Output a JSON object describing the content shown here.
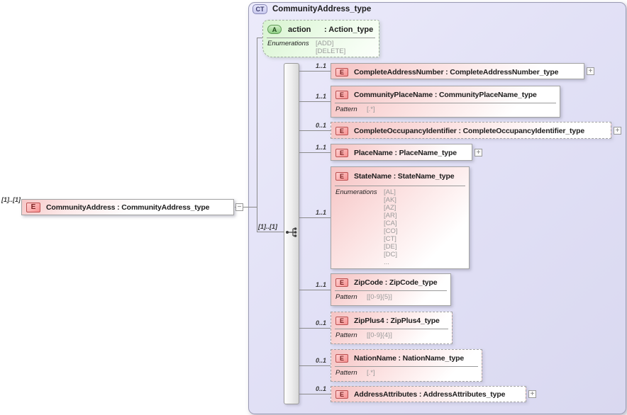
{
  "diagram": {
    "root": {
      "cardinality_label": "[1]..[1]",
      "badge": "E",
      "label": "CommunityAddress : CommunityAddress_type",
      "collapse_label": "−"
    },
    "ct": {
      "badge": "CT",
      "title": "CommunityAddress_type",
      "attribute": {
        "badge": "A",
        "name": "action",
        "type": ": Action_type",
        "facet_label": "Enumerations",
        "facet_values": [
          "[ADD]",
          "[DELETE]"
        ]
      },
      "model_cardinality": "[1]..[1]",
      "children": [
        {
          "cardinality": "1..1",
          "badge": "E",
          "label": "CompleteAddressNumber : CompleteAddressNumber_type",
          "optional": false,
          "expand": "+"
        },
        {
          "cardinality": "1..1",
          "badge": "E",
          "label": "CommunityPlaceName : CommunityPlaceName_type",
          "optional": false,
          "facet": {
            "label": "Pattern",
            "values": [
              "[.*]"
            ]
          }
        },
        {
          "cardinality": "0..1",
          "badge": "E",
          "label": "CompleteOccupancyIdentifier : CompleteOccupancyIdentifier_type",
          "optional": true,
          "expand": "+"
        },
        {
          "cardinality": "1..1",
          "badge": "E",
          "label": "PlaceName : PlaceName_type",
          "optional": false,
          "expand": "+"
        },
        {
          "cardinality": "1..1",
          "badge": "E",
          "label": "StateName : StateName_type",
          "optional": false,
          "facet": {
            "label": "Enumerations",
            "values": [
              "[AL]",
              "[AK]",
              "[AZ]",
              "[AR]",
              "[CA]",
              "[CO]",
              "[CT]",
              "[DE]",
              "[DC]",
              "..."
            ]
          }
        },
        {
          "cardinality": "1..1",
          "badge": "E",
          "label": "ZipCode : ZipCode_type",
          "optional": false,
          "facet": {
            "label": "Pattern",
            "values": [
              "[[0-9]{5}]"
            ]
          }
        },
        {
          "cardinality": "0..1",
          "badge": "E",
          "label": "ZipPlus4 : ZipPlus4_type",
          "optional": true,
          "facet": {
            "label": "Pattern",
            "values": [
              "[[0-9]{4}]"
            ]
          }
        },
        {
          "cardinality": "0..1",
          "badge": "E",
          "label": "NationName : NationName_type",
          "optional": true,
          "facet": {
            "label": "Pattern",
            "values": [
              "[.*]"
            ]
          }
        },
        {
          "cardinality": "0..1",
          "badge": "E",
          "label": "AddressAttributes : AddressAttributes_type",
          "optional": true,
          "expand": "+"
        }
      ]
    },
    "colors": {
      "container_fill": "#e2e1f6",
      "container_border": "#9a9ab4",
      "element_fill": "#f5c3c3",
      "element_badge": "#f79090",
      "attribute_fill": "#d7f3cf",
      "attribute_badge": "#8fce84",
      "ct_badge": "#c9c9ef",
      "connector": "#8a8a8a",
      "facet_value_text": "#9a9a9a"
    }
  }
}
